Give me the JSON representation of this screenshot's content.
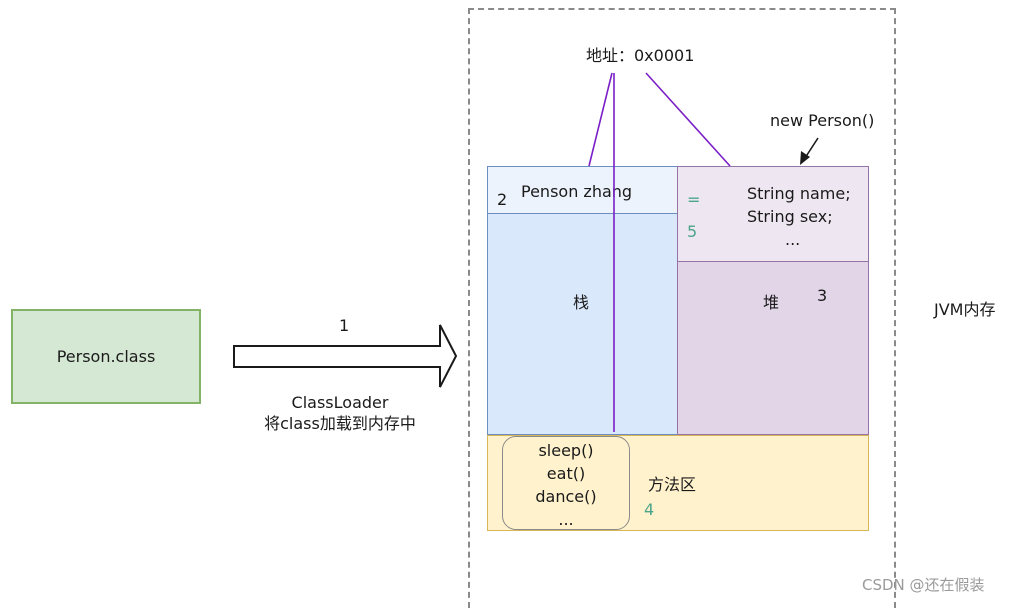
{
  "person_class": {
    "label": "Person.class"
  },
  "arrow": {
    "step": "1",
    "line1": "ClassLoader",
    "line2": "将class加载到内存中"
  },
  "address": {
    "label": "地址：0x0001"
  },
  "new_person": {
    "label": "new Person()"
  },
  "stack": {
    "number": "2",
    "cell_text": "Penson zhang",
    "label": "栈"
  },
  "heap": {
    "equal_sign": "=",
    "number_5": "5",
    "field1": "String name;",
    "field2": "String sex;",
    "ellipsis": "...",
    "label": "堆",
    "number": "3"
  },
  "method_area": {
    "methods": [
      "sleep()",
      "eat()",
      "dance()",
      "..."
    ],
    "label": "方法区",
    "number": "4"
  },
  "jvm_label": "JVM内存",
  "watermark": "CSDN @还在假装",
  "colors": {
    "green_fill": "#d5e8d4",
    "green_border": "#82b366",
    "blue_fill": "#dae8fc",
    "blue_border": "#6c8ebf",
    "purple_fill": "#e1d5e7",
    "purple_border": "#9673a6",
    "yellow_fill": "#fff2cc",
    "yellow_border": "#d6b656",
    "purple_line": "#7a1fc7"
  }
}
